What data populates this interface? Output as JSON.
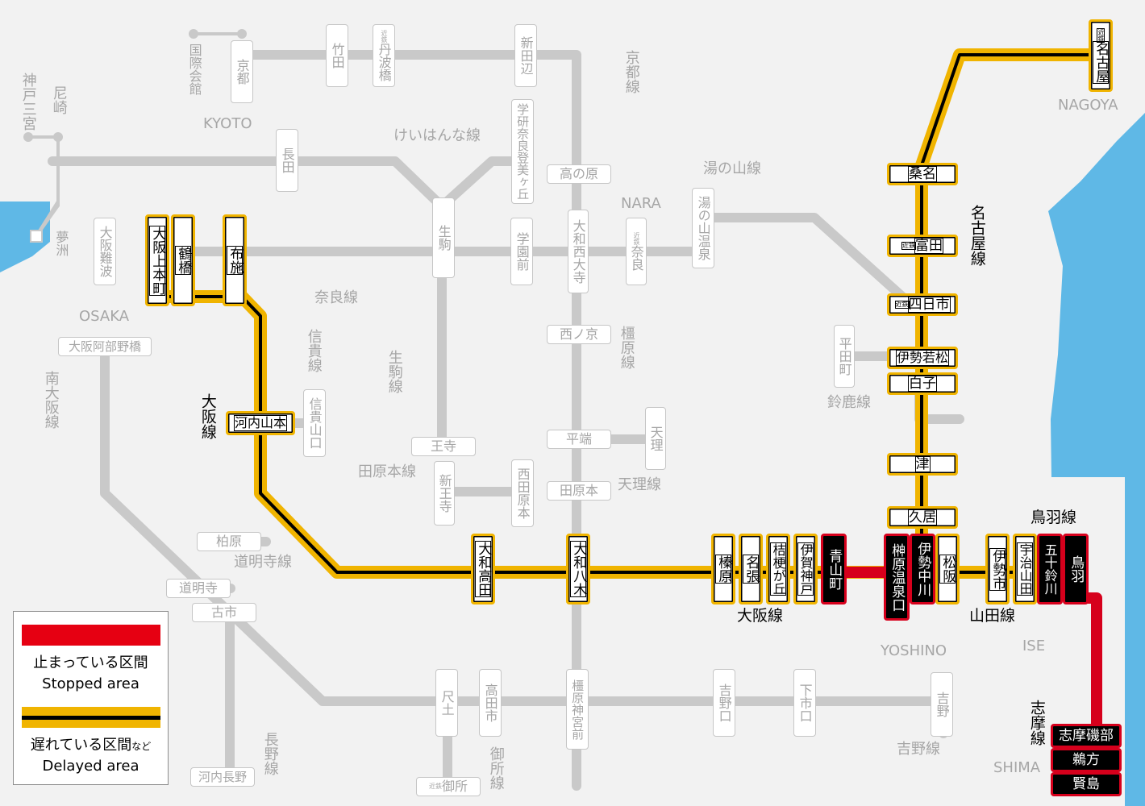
{
  "colors": {
    "track": "#c9c9c9",
    "delayed": "#f0b400",
    "stopped": "#d6001c",
    "line": "#000000",
    "sea": "#5fb8e6",
    "land": "#f2f2f2"
  },
  "stations": [
    {
      "id": "kokusai",
      "text": "国際会館",
      "k": "g",
      "dir": "v"
    },
    {
      "id": "kyoto",
      "text": "京都",
      "k": "g",
      "dir": "v"
    },
    {
      "id": "takeda",
      "text": "竹田",
      "k": "g",
      "dir": "v"
    },
    {
      "id": "tanbabashi",
      "pre": "近鉄",
      "text": "丹波橋",
      "k": "g",
      "dir": "v"
    },
    {
      "id": "shintanabe",
      "text": "新田辺",
      "k": "g",
      "dir": "v"
    },
    {
      "id": "gakken",
      "text": "学研奈良登美ヶ丘",
      "k": "g",
      "dir": "v"
    },
    {
      "id": "nagata",
      "text": "長田",
      "k": "g",
      "dir": "v"
    },
    {
      "id": "takanohara",
      "text": "高の原",
      "k": "g",
      "dir": "h"
    },
    {
      "id": "osakananba",
      "text": "大阪難波",
      "k": "g",
      "dir": "v"
    },
    {
      "id": "uehommachi",
      "text": "大阪上本町",
      "k": "y",
      "dir": "v"
    },
    {
      "id": "tsuruhashi",
      "text": "鶴橋",
      "k": "y",
      "dir": "v"
    },
    {
      "id": "fuse",
      "text": "布施",
      "k": "y",
      "dir": "v"
    },
    {
      "id": "ikoma",
      "text": "生駒",
      "k": "g",
      "dir": "v"
    },
    {
      "id": "gakuenmae",
      "text": "学園前",
      "k": "g",
      "dir": "v"
    },
    {
      "id": "yamatosaidaiji",
      "text": "大和西大寺",
      "k": "g",
      "dir": "v"
    },
    {
      "id": "nara",
      "pre": "近鉄",
      "text": "奈良",
      "k": "g",
      "dir": "v"
    },
    {
      "id": "yunoyama",
      "text": "湯の山温泉",
      "k": "g",
      "dir": "v"
    },
    {
      "id": "nishinokyo",
      "text": "西ノ京",
      "k": "g",
      "dir": "h"
    },
    {
      "id": "abenobashi",
      "text": "大阪阿部野橋",
      "k": "g",
      "dir": "h"
    },
    {
      "id": "kawachiyamamoto",
      "text": "河内山本",
      "k": "y",
      "dir": "h"
    },
    {
      "id": "shigisanguchi",
      "text": "信貴山口",
      "k": "g",
      "dir": "v"
    },
    {
      "id": "oji",
      "text": "王寺",
      "k": "g",
      "dir": "h"
    },
    {
      "id": "shinoji",
      "text": "新王寺",
      "k": "g",
      "dir": "v"
    },
    {
      "id": "nishitawaramoto",
      "text": "西田原本",
      "k": "g",
      "dir": "v"
    },
    {
      "id": "hiraha",
      "text": "平端",
      "k": "g",
      "dir": "h"
    },
    {
      "id": "tenri",
      "text": "天理",
      "k": "g",
      "dir": "v"
    },
    {
      "id": "tawaramoto",
      "text": "田原本",
      "k": "g",
      "dir": "h"
    },
    {
      "id": "kashiwara",
      "text": "柏原",
      "k": "g",
      "dir": "h"
    },
    {
      "id": "domyoji",
      "text": "道明寺",
      "k": "g",
      "dir": "h"
    },
    {
      "id": "furuichi",
      "text": "古市",
      "k": "g",
      "dir": "h"
    },
    {
      "id": "kawachinagano",
      "text": "河内長野",
      "k": "g",
      "dir": "h"
    },
    {
      "id": "yamatotakada",
      "text": "大和高田",
      "k": "y",
      "dir": "v"
    },
    {
      "id": "yamatoyagi",
      "text": "大和八木",
      "k": "y",
      "dir": "v"
    },
    {
      "id": "haibara",
      "text": "榛原",
      "k": "y",
      "dir": "v"
    },
    {
      "id": "nabari",
      "text": "名張",
      "k": "y",
      "dir": "v"
    },
    {
      "id": "kikyogaoka",
      "text": "桔梗が丘",
      "k": "y",
      "dir": "v"
    },
    {
      "id": "igakambe",
      "text": "伊賀神戸",
      "k": "y",
      "dir": "v"
    },
    {
      "id": "aoyamacho",
      "text": "青山町",
      "k": "r",
      "dir": "v"
    },
    {
      "id": "sakakibara",
      "text": "榊原温泉口",
      "k": "r",
      "dir": "v"
    },
    {
      "id": "iseNakagawa",
      "text": "伊勢中川",
      "k": "r",
      "dir": "v"
    },
    {
      "id": "matsusaka",
      "text": "松阪",
      "k": "y",
      "dir": "v"
    },
    {
      "id": "iseshi",
      "text": "伊勢市",
      "k": "y",
      "dir": "v"
    },
    {
      "id": "ujiyamada",
      "text": "宇治山田",
      "k": "y",
      "dir": "v"
    },
    {
      "id": "isuzugawa",
      "text": "五十鈴川",
      "k": "r",
      "dir": "v"
    },
    {
      "id": "toba",
      "text": "鳥羽",
      "k": "r",
      "dir": "v"
    },
    {
      "id": "shimaisobe",
      "text": "志摩磯部",
      "k": "r",
      "dir": "h"
    },
    {
      "id": "ugata",
      "text": "鵜方",
      "k": "r",
      "dir": "h"
    },
    {
      "id": "kashikojima",
      "text": "賢島",
      "k": "r",
      "dir": "h"
    },
    {
      "id": "nagoya",
      "pre": "近鉄",
      "text": "名古屋",
      "k": "y",
      "dir": "v"
    },
    {
      "id": "kuwana",
      "text": "桑名",
      "k": "y",
      "dir": "h"
    },
    {
      "id": "tomida",
      "pre": "近鉄",
      "text": "富田",
      "k": "y",
      "dir": "h"
    },
    {
      "id": "yokkaichi",
      "pre": "近鉄",
      "text": "四日市",
      "k": "y",
      "dir": "h"
    },
    {
      "id": "hirata",
      "text": "平田町",
      "k": "g",
      "dir": "v"
    },
    {
      "id": "isewakamatsu",
      "text": "伊勢若松",
      "k": "y",
      "dir": "h"
    },
    {
      "id": "shiroko",
      "text": "白子",
      "k": "y",
      "dir": "h"
    },
    {
      "id": "tsu",
      "text": "津",
      "k": "y",
      "dir": "h"
    },
    {
      "id": "hisai",
      "text": "久居",
      "k": "y",
      "dir": "h"
    },
    {
      "id": "shakudo",
      "text": "尺土",
      "k": "g",
      "dir": "v"
    },
    {
      "id": "takadashi",
      "text": "高田市",
      "k": "g",
      "dir": "v"
    },
    {
      "id": "kashiharajingu",
      "text": "橿原神宮前",
      "k": "g",
      "dir": "v"
    },
    {
      "id": "yoshinoguchi",
      "text": "吉野口",
      "k": "g",
      "dir": "v"
    },
    {
      "id": "shimoichiguchi",
      "text": "下市口",
      "k": "g",
      "dir": "v"
    },
    {
      "id": "yoshino",
      "text": "吉野",
      "k": "g",
      "dir": "v"
    },
    {
      "id": "gose",
      "pre": "近鉄",
      "text": "御所",
      "k": "g",
      "dir": "h"
    }
  ],
  "labels": {
    "kobesannomiya": "神戸三宮",
    "amagasaki": "尼崎",
    "yumeshima": "夢洲",
    "kyoto_en": "KYOTO",
    "nara_en": "NARA",
    "osaka_en": "OSAKA",
    "nagoya_en": "NAGOYA",
    "yoshino_en": "YOSHINO",
    "ise_en": "ISE",
    "shima_en": "SHIMA",
    "kyoto_line": "京都線",
    "keihanna_line": "けいはんな線",
    "yunoyama_line": "湯の山線",
    "nagoya_line": "名古屋線",
    "nara_line": "奈良線",
    "shigi_line": "信貴線",
    "ikoma_line": "生駒線",
    "kashihara_line": "橿原線",
    "osaka_line_v": "大阪線",
    "minami_osaka_line": "南大阪線",
    "tawaramoto_line": "田原本線",
    "tenri_line": "天理線",
    "suzuka_line": "鈴鹿線",
    "domyoji_line": "道明寺線",
    "osaka_line_h": "大阪線",
    "toba_line": "鳥羽線",
    "yamada_line": "山田線",
    "nagano_line": "長野線",
    "gose_line": "御所線",
    "yoshino_line": "吉野線",
    "shima_line": "志摩線"
  },
  "legend": {
    "stopped_jp": "止まっている区間",
    "stopped_en": "Stopped area",
    "delayed_jp": "遅れている区間",
    "delayed_suffix": "など",
    "delayed_en": "Delayed area"
  }
}
